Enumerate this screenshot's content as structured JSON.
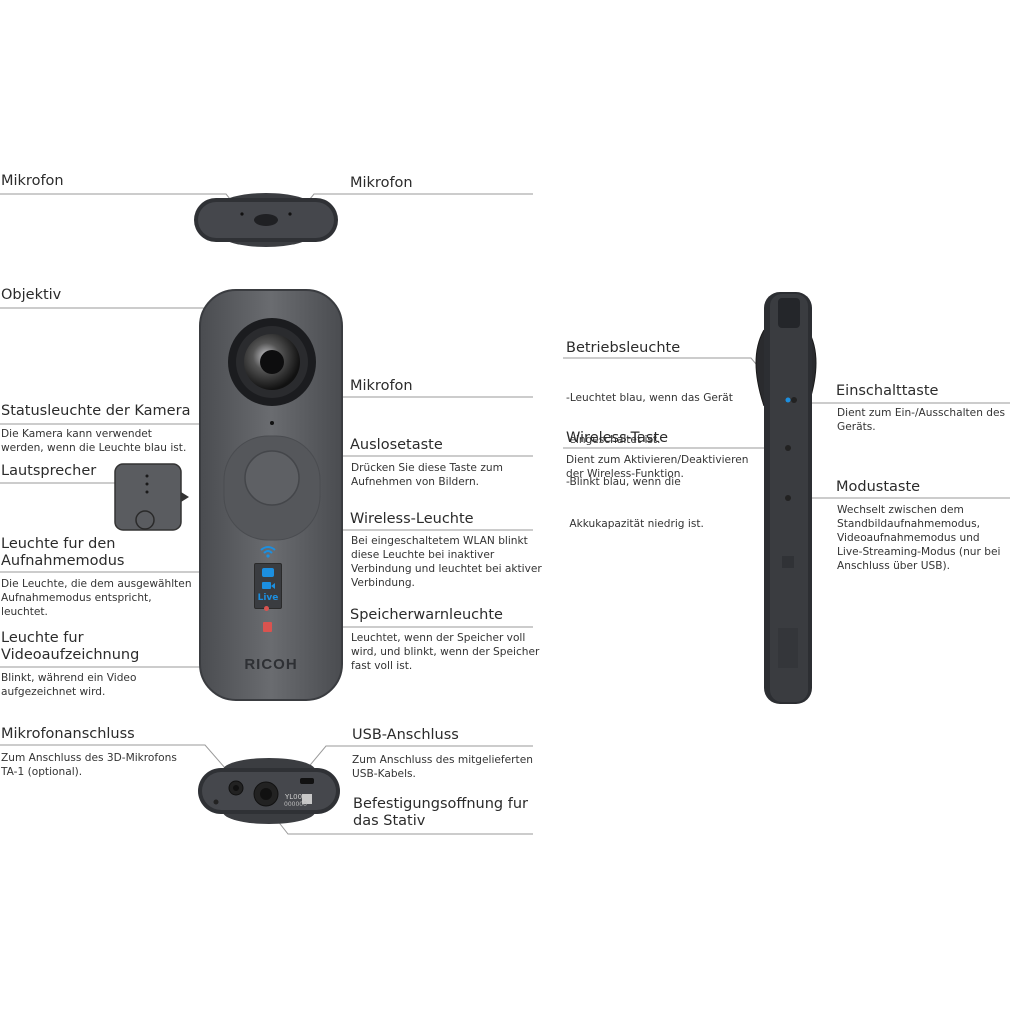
{
  "labels": {
    "mic_top_left": "Mikrofon",
    "mic_top_right": "Mikrofon",
    "objektiv": "Objektiv",
    "mic_front": "Mikrofon",
    "statusleuchte": "Statusleuchte der Kamera",
    "statusleuchte_desc": [
      "Die Kamera kann verwendet",
      "werden, wenn die Leuchte blau ist."
    ],
    "auslosetaste": "Auslosetaste",
    "auslosetaste_desc": [
      "Drücken Sie diese Taste zum",
      "Aufnehmen von Bildern."
    ],
    "lautsprecher": "Lautsprecher",
    "wireless_leuchte": "Wireless-Leuchte",
    "wireless_leuchte_desc": [
      "Bei eingeschaltetem WLAN blinkt",
      "diese Leuchte bei inaktiver",
      "Verbindung und leuchtet bei aktiver",
      "Verbindung."
    ],
    "aufnahmemodus": [
      "Leuchte fur den",
      "Aufnahmemodus"
    ],
    "aufnahmemodus_desc": [
      "Die Leuchte, die dem ausgewählten",
      "Aufnahmemodus entspricht,",
      "leuchtet."
    ],
    "speicherwarn": "Speicherwarnleuchte",
    "speicherwarn_desc": [
      "Leuchtet, wenn der Speicher voll",
      "wird, und blinkt, wenn der Speicher",
      "fast voll ist."
    ],
    "videoaufzeichnung": [
      "Leuchte fur",
      "Videoaufzeichnung"
    ],
    "videoaufzeichnung_desc": [
      "Blinkt, während ein Video",
      "aufgezeichnet wird."
    ],
    "mikrofonanschluss": "Mikrofonanschluss",
    "mikrofonanschluss_desc": [
      "Zum Anschluss des 3D-Mikrofons",
      "TA-1 (optional)."
    ],
    "usb": "USB-Anschluss",
    "usb_desc": [
      "Zum Anschluss des mitgelieferten",
      "USB-Kabels."
    ],
    "stativ": [
      "Befestigungsoffnung fur",
      "das Stativ"
    ],
    "betriebsleuchte": "Betriebsleuchte",
    "betriebsleuchte_desc": [
      "-Leuchtet blau, wenn das Gerät",
      " eingeschaltet ist.",
      "-Blinkt blau, wenn die",
      " Akkukapazität niedrig ist."
    ],
    "einschalttaste": "Einschalttaste",
    "einschalttaste_desc": [
      "Dient zum Ein-/Ausschalten des",
      "Geräts."
    ],
    "wireless_taste": "Wireless-Taste",
    "wireless_taste_desc": [
      "Dient zum Aktivieren/Deaktivieren",
      "der Wireless-Funktion."
    ],
    "modustaste": "Modustaste",
    "modustaste_desc": [
      "Wechselt zwischen dem",
      "Standbildaufnahmemodus,",
      "Videoaufnahmemodus und",
      "Live-Streaming-Modus (nur bei",
      "Anschluss über USB)."
    ]
  },
  "device": {
    "brand": "RICOH",
    "live_label": "Live",
    "serial_top": "YL00",
    "serial_bottom": "000000"
  },
  "colors": {
    "body": "#5b5d61",
    "status_blue": "#1c8fe0",
    "warn_red": "#d9534f",
    "line": "#9a9a9a"
  }
}
